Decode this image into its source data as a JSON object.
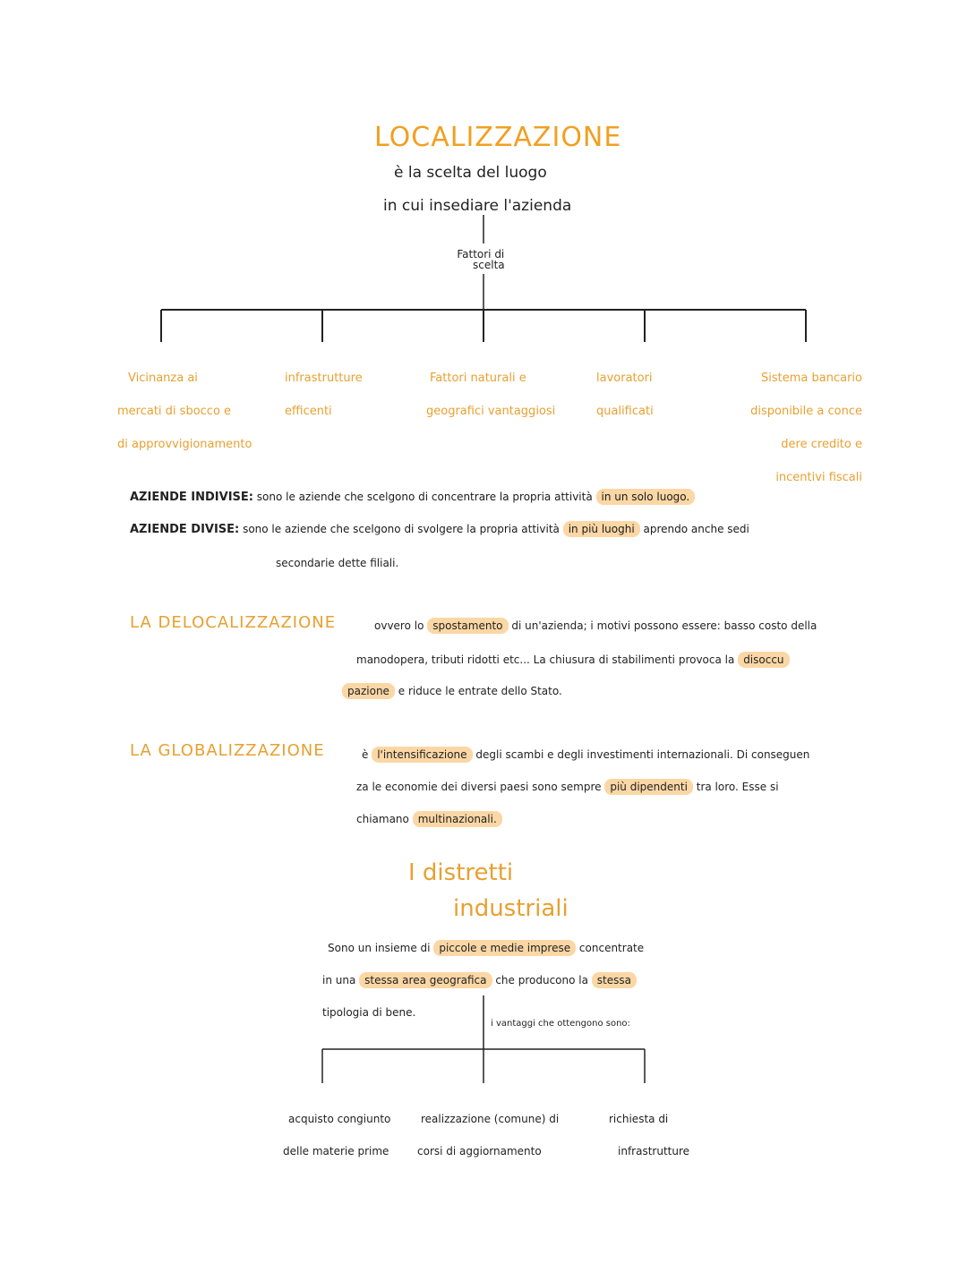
{
  "title": "LOCALIZZAZIONE",
  "definition_1": "è la scelta del luogo",
  "definition_2": "in cui insediare l'azienda",
  "factors_label_1": "Fattori di",
  "factors_label_2": "scelta",
  "factors": [
    {
      "lines": [
        "Vicinanza ai",
        "mercati di sbocco e",
        "di approvvigionamento"
      ]
    },
    {
      "lines": [
        "infrastrutture",
        "efficenti"
      ]
    },
    {
      "lines": [
        "Fattori naturali e",
        "geografici vantaggiosi"
      ]
    },
    {
      "lines": [
        "lavoratori",
        "qualificati"
      ]
    },
    {
      "lines": [
        "Sistema bancario",
        "disponibile a conce",
        "dere credito e",
        "incentivi fiscali"
      ]
    }
  ],
  "aziende_indivise": {
    "label": "AZIENDE INDIVISE:",
    "text": "sono le aziende che scelgono di concentrare la propria attività",
    "highlight": "in un solo luogo."
  },
  "aziende_divise": {
    "label": "AZIENDE DIVISE:",
    "text": "sono le aziende che scelgono di svolgere la propria attività",
    "highlight": "in più luoghi",
    "text2": "aprendo anche sedi",
    "text3": "secondarie dette filiali."
  },
  "delocalizzazione": {
    "heading": "LA DELOCALIZZAZIONE",
    "t1": "ovvero lo",
    "h1": "spostamento",
    "t2": "di un'azienda; i motivi possono essere: basso costo della",
    "t3": "manodopera, tributi ridotti etc... La chiusura di stabilimenti provoca la",
    "h2": "disoccu",
    "h3": "pazione",
    "t4": "e riduce le entrate dello Stato."
  },
  "globalizzazione": {
    "heading": "LA GLOBALIZZAZIONE",
    "t1": "è",
    "h1": "l'intensificazione",
    "t2": "degli scambi e degli investimenti internazionali. Di conseguen",
    "t3": "za le economie dei diversi paesi sono sempre",
    "h2": "più dipendenti",
    "t4": "tra loro. Esse si",
    "t5": "chiamano",
    "h3": "multinazionali."
  },
  "distretti": {
    "title_1": "I distretti",
    "title_2": "industriali",
    "t1": "Sono un insieme di",
    "h1": "piccole e medie imprese",
    "h1b": "concentrate",
    "t2": "in una",
    "h2": "stessa area geografica",
    "t3": "che producono la",
    "h3": "stessa",
    "t4": "tipologia di bene.",
    "vantaggi": "i vantaggi che ottengono sono:",
    "items": [
      {
        "lines": [
          "acquisto congiunto",
          "delle materie prime"
        ]
      },
      {
        "lines": [
          "realizzazione (comune) di",
          "corsi di aggiornamento"
        ]
      },
      {
        "lines": [
          "richiesta di",
          "infrastrutture"
        ]
      }
    ]
  }
}
